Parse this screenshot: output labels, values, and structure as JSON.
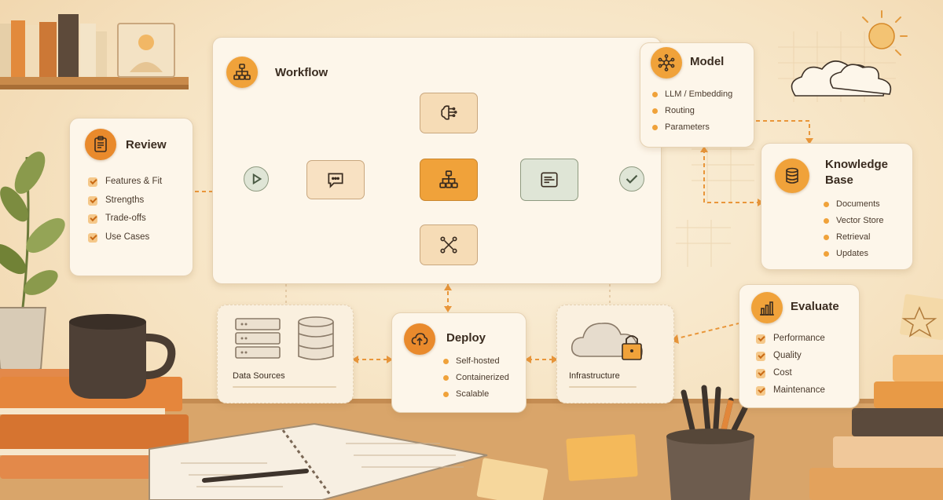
{
  "workflow": {
    "title": "Workflow"
  },
  "review": {
    "title": "Review",
    "items": [
      "Features & Fit",
      "Strengths",
      "Trade-offs",
      "Use Cases"
    ]
  },
  "model": {
    "title": "Model",
    "items": [
      "LLM / Embedding",
      "Routing",
      "Parameters"
    ]
  },
  "knowledge_base": {
    "title_line1": "Knowledge",
    "title_line2": "Base",
    "items": [
      "Documents",
      "Vector Store",
      "Retrieval",
      "Updates"
    ]
  },
  "deploy": {
    "title": "Deploy",
    "items": [
      "Self-hosted",
      "Containerized",
      "Scalable"
    ]
  },
  "evaluate": {
    "title": "Evaluate",
    "items": [
      "Performance",
      "Quality",
      "Cost",
      "Maintenance"
    ]
  },
  "data_sources": {
    "label": "Data Sources"
  },
  "infrastructure": {
    "label": "Infrastructure"
  },
  "icons": {
    "workflow": "flowchart-icon",
    "review": "clipboard-icon",
    "model": "network-brain-icon",
    "knowledge_base": "database-icon",
    "deploy": "cloud-upload-icon",
    "evaluate": "bar-chart-icon"
  },
  "colors": {
    "accent": "#f0a23a",
    "accent_dark": "#e98a2c",
    "card_bg": "#fdf6ea",
    "connector": "#e9963a",
    "line": "#5a4634"
  }
}
